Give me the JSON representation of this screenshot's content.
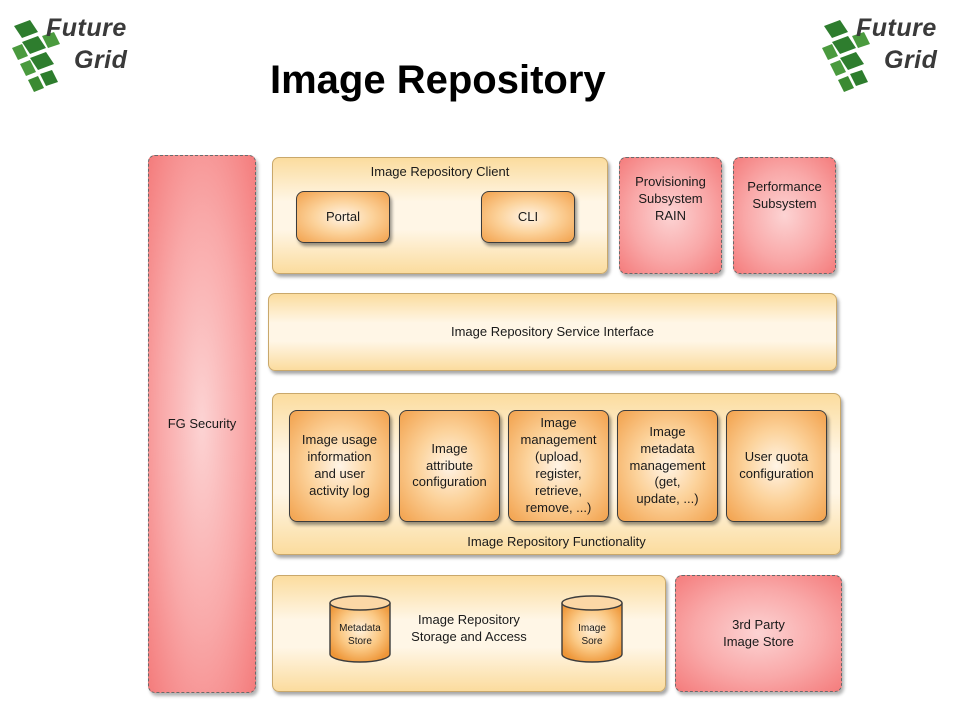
{
  "logo": {
    "line1": "Future",
    "line2": "Grid"
  },
  "title": "Image Repository",
  "security": "FG Security",
  "client": {
    "title": "Image Repository Client",
    "portal": "Portal",
    "cli": "CLI"
  },
  "provisioning": "Provisioning\nSubsystem\nRAIN",
  "performance": "Performance\nSubsystem",
  "service_interface": "Image Repository Service Interface",
  "functionality": {
    "title": "Image Repository Functionality",
    "boxes": [
      "Image usage\ninformation\nand user\nactivity log",
      "Image\nattribute\nconfiguration",
      "Image\nmanagement\n(upload,\nregister,\nretrieve,\nremove, ...)",
      "Image\nmetadata\nmanagement\n(get,\nupdate, ...)",
      "User quota\nconfiguration"
    ]
  },
  "storage": {
    "title": "Image Repository\nStorage and Access",
    "metadata_store": "Metadata\nStore",
    "image_store": "Image\nSore"
  },
  "third_party": "3rd Party\nImage Store"
}
